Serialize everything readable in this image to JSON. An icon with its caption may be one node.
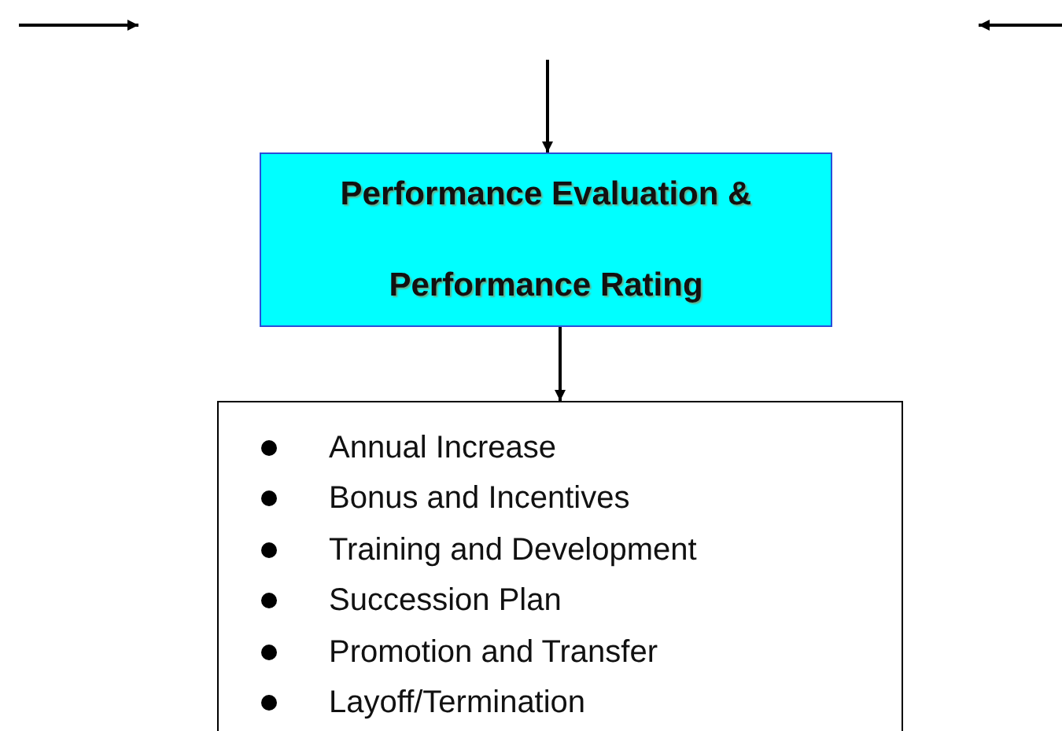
{
  "diagram": {
    "nodes": [
      {
        "text": [
          "Performance Evaluation & Performance Rating"
        ]
      },
      {
        "text": [
          "Annual Increase",
          "Bonus and Incentives",
          "Training and Development",
          "Succession Plan",
          "Promotion and Transfer",
          "Layoff/Termination"
        ]
      }
    ],
    "edges": [
      {
        "from": null,
        "to": 0,
        "arrow": "to"
      },
      {
        "from": 0,
        "to": 1,
        "arrow": "to"
      }
    ]
  }
}
